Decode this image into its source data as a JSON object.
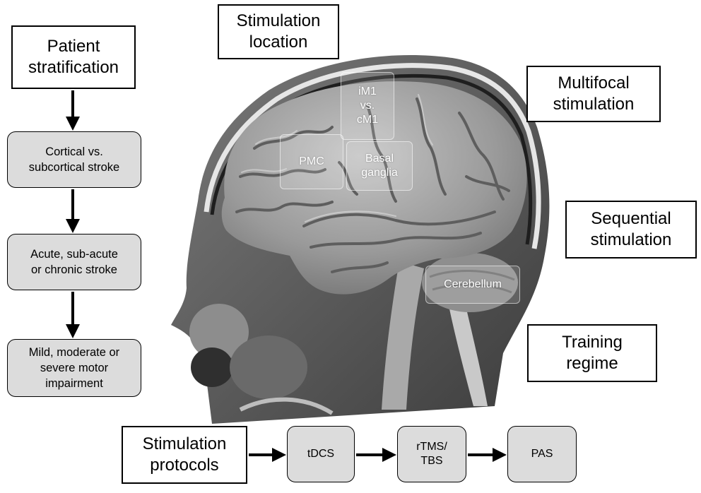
{
  "colors": {
    "pill_fill": "#dcdcdc",
    "region_text": "#ffffff",
    "brain_surface": "#9a9a9a",
    "mri_background": "#595959"
  },
  "stratification": {
    "title": "Patient\nstratification",
    "steps": [
      "Cortical vs.\nsubcortical stroke",
      "Acute, sub-acute\nor chronic stroke",
      "Mild, moderate or\nsevere motor\nimpairment"
    ]
  },
  "location": {
    "title": "Stimulation\nlocation",
    "regions": {
      "im1": "iM1\nvs.\ncM1",
      "pmc": "PMC",
      "basal_ganglia": "Basal\nganglia",
      "cerebellum": "Cerebellum"
    }
  },
  "right_labels": {
    "multifocal": "Multifocal\nstimulation",
    "sequential": "Sequential\nstimulation",
    "training": "Training\nregime"
  },
  "protocols": {
    "title": "Stimulation\nprotocols",
    "steps": [
      "tDCS",
      "rTMS/\nTBS",
      "PAS"
    ]
  }
}
